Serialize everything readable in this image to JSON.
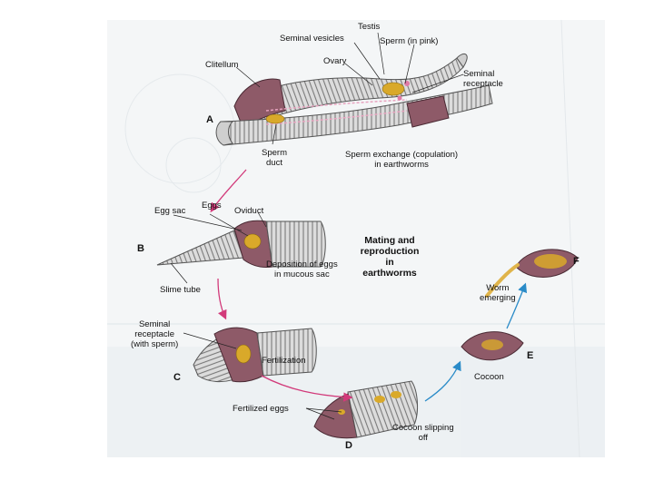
{
  "title": "Mating and\nreproduction\nin\nearthworms",
  "panels": {
    "a": "A",
    "b": "B",
    "c": "C",
    "d": "D",
    "e": "E",
    "f": "F"
  },
  "labels": {
    "testis": "Testis",
    "seminal_vesicles": "Seminal vesicles",
    "sperm_pink": "Sperm (in pink)",
    "ovary": "Ovary",
    "clitellum": "Clitellum",
    "seminal_receptacle_a": "Seminal\nreceptacle",
    "sperm_duct": "Sperm\nduct",
    "sperm_exchange": "Sperm exchange (copulation)\nin earthworms",
    "egg_sac": "Egg sac",
    "eggs": "Eggs",
    "oviduct": "Oviduct",
    "deposition": "Deposition of eggs\nin mucous sac",
    "slime_tube": "Slime tube",
    "seminal_receptacle_c": "Seminal\nreceptacle\n(with sperm)",
    "fertilization": "Fertilization",
    "fertilized_eggs": "Fertilized eggs",
    "cocoon_slipping": "Cocoon slipping\noff",
    "cocoon": "Cocoon",
    "worm_emerging": "Worm\nemerging"
  },
  "colors": {
    "clitellum": "#8e5a68",
    "body": "#d9d9d9",
    "segment": "#8a8a8a",
    "eggs": "#d9a92a",
    "arrow": "#d23a7a"
  }
}
